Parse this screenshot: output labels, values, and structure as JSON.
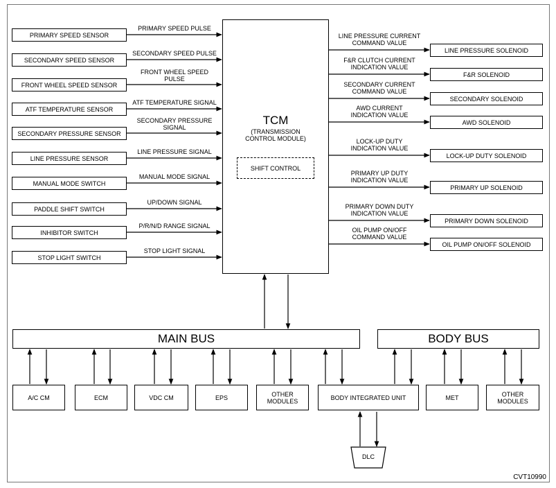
{
  "inputs": [
    {
      "box": "PRIMARY SPEED SENSOR",
      "signal": "PRIMARY SPEED PULSE"
    },
    {
      "box": "SECONDARY SPEED SENSOR",
      "signal": "SECONDARY SPEED PULSE"
    },
    {
      "box": "FRONT WHEEL SPEED SENSOR",
      "signal": "FRONT WHEEL SPEED\nPULSE"
    },
    {
      "box": "ATF TEMPERATURE SENSOR",
      "signal": "ATF TEMPERATURE SIGNAL"
    },
    {
      "box": "SECONDARY PRESSURE SENSOR",
      "signal": "SECONDARY PRESSURE\nSIGNAL"
    },
    {
      "box": "LINE PRESSURE SENSOR",
      "signal": "LINE PRESSURE SIGNAL"
    },
    {
      "box": "MANUAL MODE SWITCH",
      "signal": "MANUAL MODE SIGNAL"
    },
    {
      "box": "PADDLE SHIFT SWITCH",
      "signal": "UP/DOWN SIGNAL"
    },
    {
      "box": "INHIBITOR SWITCH",
      "signal": "P/R/N/D RANGE SIGNAL"
    },
    {
      "box": "STOP LIGHT SWITCH",
      "signal": "STOP LIGHT SIGNAL"
    }
  ],
  "outputs": [
    {
      "box": "LINE PRESSURE SOLENOID",
      "signal": "LINE PRESSURE CURRENT\nCOMMAND VALUE"
    },
    {
      "box": "F&R SOLENOID",
      "signal": "F&R CLUTCH CURRENT\nINDICATION VALUE"
    },
    {
      "box": "SECONDARY SOLENOID",
      "signal": "SECONDARY CURRENT\nCOMMAND VALUE"
    },
    {
      "box": "AWD SOLENOID",
      "signal": "AWD CURRENT\nINDICATION VALUE"
    },
    {
      "box": "LOCK-UP DUTY SOLENOID",
      "signal": "LOCK-UP DUTY\nINDICATION VALUE"
    },
    {
      "box": "PRIMARY UP SOLENOID",
      "signal": "PRIMARY UP DUTY\nINDICATION VALUE"
    },
    {
      "box": "PRIMARY DOWN SOLENOID",
      "signal": "PRIMARY DOWN DUTY\nINDICATION VALUE"
    },
    {
      "box": "OIL PUMP ON/OFF SOLENOID",
      "signal": "OIL PUMP ON/OFF\nCOMMAND VALUE"
    }
  ],
  "tcm": {
    "title": "TCM",
    "subtitle": "(TRANSMISSION\nCONTROL MODULE)",
    "shift_control": "SHIFT CONTROL"
  },
  "buses": {
    "main": "MAIN BUS",
    "body": "BODY BUS"
  },
  "modules": [
    "A/C CM",
    "ECM",
    "VDC CM",
    "EPS",
    "OTHER\nMODULES",
    "BODY INTEGRATED UNIT",
    "MET",
    "OTHER\nMODULES"
  ],
  "dlc": "DLC",
  "figure_code": "CVT10990"
}
